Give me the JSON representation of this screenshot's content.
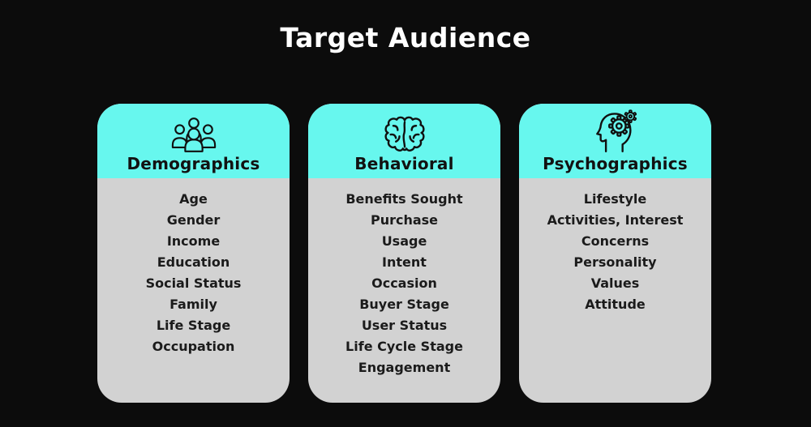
{
  "page": {
    "title": "Target Audience"
  },
  "colors": {
    "background": "#0c0c0c",
    "card_header": "#67f7ee",
    "card_body": "#d2d2d2",
    "ink": "#101010",
    "title": "#ffffff"
  },
  "cards": [
    {
      "title": "Demographics",
      "icon": "people-group-icon",
      "items": [
        "Age",
        "Gender",
        "Income",
        "Education",
        "Social Status",
        "Family",
        "Life Stage",
        "Occupation"
      ]
    },
    {
      "title": "Behavioral",
      "icon": "brain-icon",
      "items": [
        "Benefits Sought",
        "Purchase",
        "Usage",
        "Intent",
        "Occasion",
        "Buyer Stage",
        "User Status",
        "Life Cycle Stage",
        "Engagement"
      ]
    },
    {
      "title": "Psychographics",
      "icon": "head-gears-icon",
      "items": [
        "Lifestyle",
        "Activities, Interest",
        "Concerns",
        "Personality",
        "Values",
        "Attitude"
      ]
    }
  ]
}
